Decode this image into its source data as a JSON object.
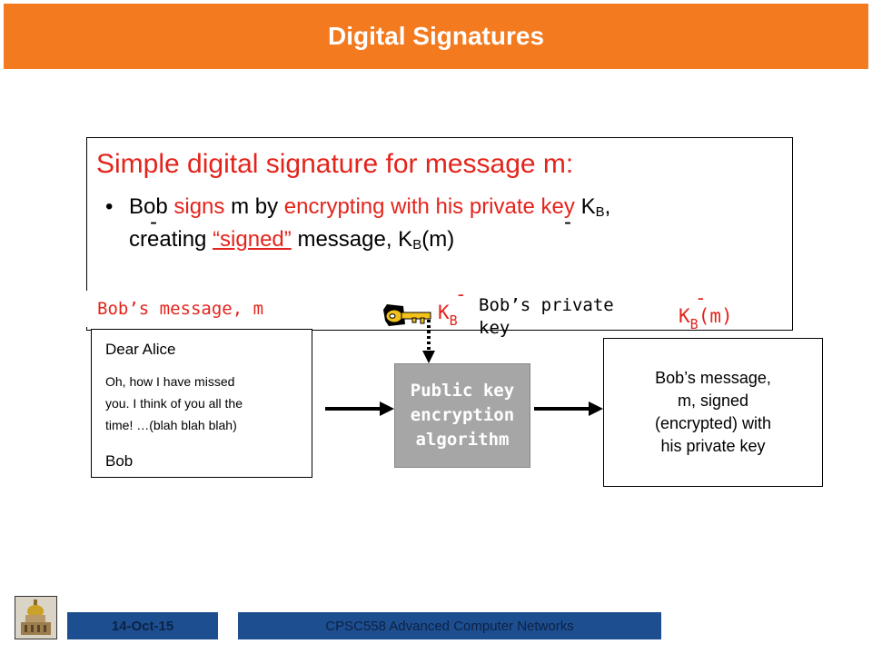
{
  "header": {
    "title": "Digital Signatures"
  },
  "main": {
    "heading": "Simple digital signature for message m:",
    "bullet": {
      "marker": "•",
      "p1": "Bob ",
      "p2": "signs",
      "p3": " m by ",
      "p4": "encrypting with his private key",
      "p5": " K",
      "p5_sub": "B",
      "p6": ",",
      "p7": "creating ",
      "p8": "“signed”",
      "p9": " message, K",
      "p9_sub": "B",
      "p10": "(m)",
      "minus": "-"
    }
  },
  "diagram": {
    "message_label": "Bob’s message, m",
    "letter": {
      "greeting": "Dear Alice",
      "line1": "Oh, how I  have missed",
      "line2": "you. I think of you all the",
      "line3": "time! …(blah blah blah)",
      "signoff": "Bob"
    },
    "key_label": {
      "k": "K",
      "sub": "B",
      "minus": "-"
    },
    "private_key_line1": "Bob’s private",
    "private_key_line2": "key",
    "algorithm": {
      "line1": "Public key",
      "line2": "encryption",
      "line3": "algorithm"
    },
    "output_label": {
      "k": "K",
      "sub": "B",
      "m": "(m)",
      "minus": "-"
    },
    "result": {
      "line1": "Bob’s message,",
      "line2": "m, signed",
      "line3": "(encrypted) with",
      "line4": "his private key"
    }
  },
  "footer": {
    "date": "14-Oct-15",
    "course": "CPSC558 Advanced Computer Networks"
  },
  "colors": {
    "title_bar": "#f47a1f",
    "accent_red": "#e3241c",
    "footer_blue": "#1d4e90",
    "algo_gray": "#a6a6a6"
  }
}
